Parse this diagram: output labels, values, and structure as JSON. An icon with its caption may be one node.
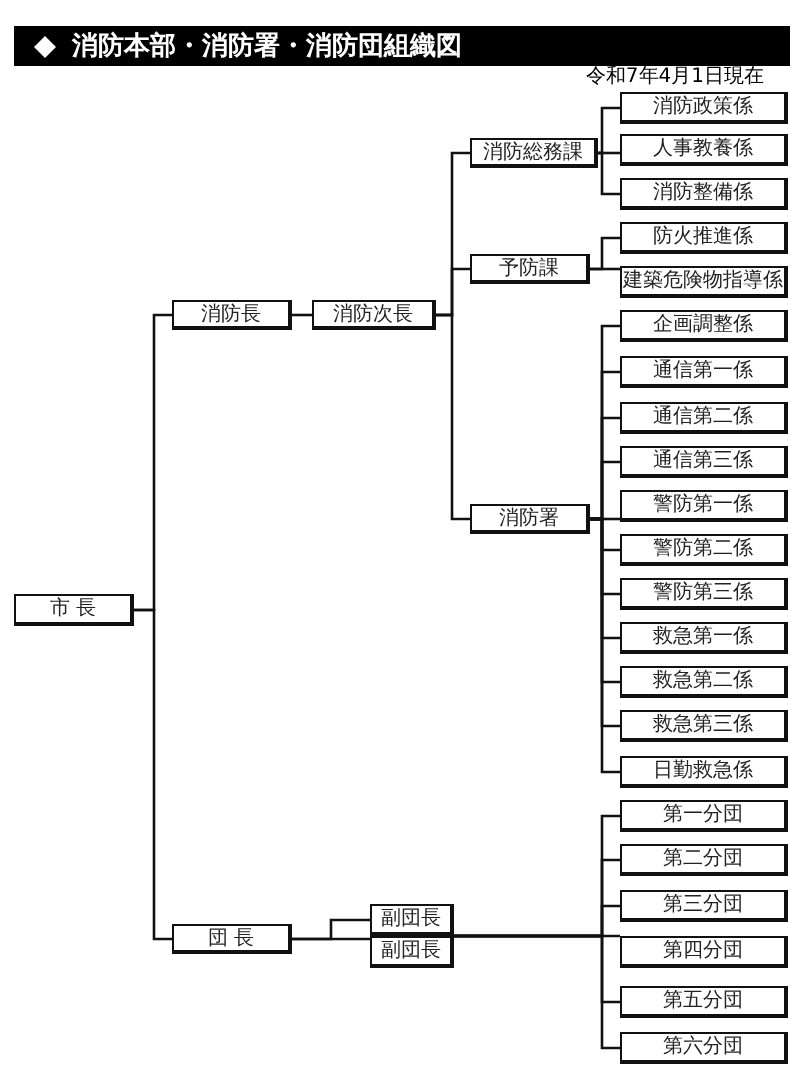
{
  "diagram": {
    "title": "消防本部・消防署・消防団組織図",
    "nodes": [
      {
        "text": [
          "市 長"
        ]
      },
      {
        "text": [
          "消防長"
        ]
      },
      {
        "text": [
          "消防次長"
        ]
      },
      {
        "text": [
          "消防総務課"
        ]
      },
      {
        "text": [
          "消防政策係"
        ]
      },
      {
        "text": [
          "人事教養係"
        ]
      },
      {
        "text": [
          "消防整備係"
        ]
      },
      {
        "text": [
          "予防課"
        ]
      },
      {
        "text": [
          "防火推進係"
        ]
      },
      {
        "text": [
          "建築危険物指導係"
        ]
      },
      {
        "text": [
          "消防署"
        ]
      },
      {
        "text": [
          "企画調整係"
        ]
      },
      {
        "text": [
          "通信第一係"
        ]
      },
      {
        "text": [
          "通信第二係"
        ]
      },
      {
        "text": [
          "通信第三係"
        ]
      },
      {
        "text": [
          "警防第一係"
        ]
      },
      {
        "text": [
          "警防第二係"
        ]
      },
      {
        "text": [
          "警防第三係"
        ]
      },
      {
        "text": [
          "救急第一係"
        ]
      },
      {
        "text": [
          "救急第二係"
        ]
      },
      {
        "text": [
          "救急第三係"
        ]
      },
      {
        "text": [
          "日勤救急係"
        ]
      },
      {
        "text": [
          "団 長"
        ]
      },
      {
        "text": [
          "副団長"
        ]
      },
      {
        "text": [
          "副団長"
        ]
      },
      {
        "text": [
          "第一分団"
        ]
      },
      {
        "text": [
          "第二分団"
        ]
      },
      {
        "text": [
          "第三分団"
        ]
      },
      {
        "text": [
          "第四分団"
        ]
      },
      {
        "text": [
          "第五分団"
        ]
      },
      {
        "text": [
          "第六分団"
        ]
      }
    ],
    "edges": [
      {
        "from": 0,
        "to": 1,
        "arrow": "none"
      },
      {
        "from": 0,
        "to": 22,
        "arrow": "none"
      },
      {
        "from": 1,
        "to": 2,
        "arrow": "none"
      },
      {
        "from": 2,
        "to": 3,
        "arrow": "none"
      },
      {
        "from": 2,
        "to": 7,
        "arrow": "none"
      },
      {
        "from": 2,
        "to": 10,
        "arrow": "none"
      },
      {
        "from": 3,
        "to": 4,
        "arrow": "none"
      },
      {
        "from": 3,
        "to": 5,
        "arrow": "none"
      },
      {
        "from": 3,
        "to": 6,
        "arrow": "none"
      },
      {
        "from": 7,
        "to": 8,
        "arrow": "none"
      },
      {
        "from": 7,
        "to": 9,
        "arrow": "none"
      },
      {
        "from": 10,
        "to": 11,
        "arrow": "none"
      },
      {
        "from": 10,
        "to": 12,
        "arrow": "none"
      },
      {
        "from": 10,
        "to": 13,
        "arrow": "none"
      },
      {
        "from": 10,
        "to": 14,
        "arrow": "none"
      },
      {
        "from": 10,
        "to": 15,
        "arrow": "none"
      },
      {
        "from": 10,
        "to": 16,
        "arrow": "none"
      },
      {
        "from": 10,
        "to": 17,
        "arrow": "none"
      },
      {
        "from": 10,
        "to": 18,
        "arrow": "none"
      },
      {
        "from": 10,
        "to": 19,
        "arrow": "none"
      },
      {
        "from": 10,
        "to": 20,
        "arrow": "none"
      },
      {
        "from": 10,
        "to": 21,
        "arrow": "none"
      },
      {
        "from": 22,
        "to": 23,
        "arrow": "none"
      },
      {
        "from": 22,
        "to": 24,
        "arrow": "none"
      },
      {
        "from": 23,
        "to": 25,
        "arrow": "none"
      },
      {
        "from": 23,
        "to": 26,
        "arrow": "none"
      },
      {
        "from": 23,
        "to": 27,
        "arrow": "none"
      },
      {
        "from": 23,
        "to": 28,
        "arrow": "none"
      },
      {
        "from": 23,
        "to": 29,
        "arrow": "none"
      },
      {
        "from": 23,
        "to": 30,
        "arrow": "none"
      }
    ],
    "labels": [
      "令和7年4月1日現在"
    ]
  }
}
